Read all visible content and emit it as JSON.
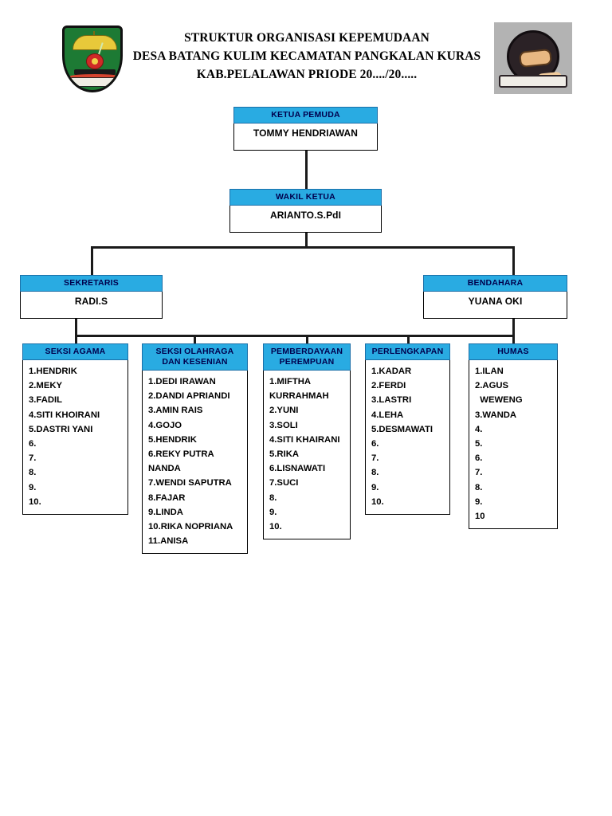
{
  "header": {
    "title_lines": [
      "STRUKTUR ORGANISASI KEPEMUDAAN",
      "DESA BATANG KULIM KECAMATAN PANGKALAN KURAS",
      "KAB.PELALAWAN PRIODE 20..../20....."
    ],
    "logo_left_name": "pelalawan-regency-emblem",
    "logo_right_name": "youth-organization-emblem"
  },
  "colors": {
    "header_blue": "#29ABE2",
    "header_border": "#1B6FA8",
    "header_text": "#00004d",
    "box_border": "#000000",
    "connector": "#1a1a1a",
    "logo_right_bg": "#b3b3b3"
  },
  "chart": {
    "ketua": {
      "title": "KETUA PEMUDA",
      "name": "TOMMY HENDRIAWAN"
    },
    "wakil": {
      "title": "WAKIL KETUA",
      "name": "ARIANTO.S.PdI"
    },
    "sekretaris": {
      "title": "SEKRETARIS",
      "name": "RADI.S"
    },
    "bendahara": {
      "title": "BENDAHARA",
      "name": "YUANA OKI"
    },
    "sections": [
      {
        "title_lines": [
          "SEKSI AGAMA"
        ],
        "members": [
          "1.HENDRIK",
          "2.MEKY",
          "3.FADIL",
          "4.SITI KHOIRANI",
          "5.DASTRI YANI",
          "6.",
          "7.",
          "8.",
          "9.",
          "10."
        ]
      },
      {
        "title_lines": [
          "SEKSI OLAHRAGA",
          "DAN  KESENIAN"
        ],
        "members": [
          "1.DEDI IRAWAN",
          "2.DANDI APRIANDI",
          "3.AMIN RAIS",
          "4.GOJO",
          "5.HENDRIK",
          "6.REKY PUTRA",
          "NANDA",
          "7.WENDI SAPUTRA",
          "8.FAJAR",
          "9.LINDA",
          "10.RIKA NOPRIANA",
          "11.ANISA"
        ]
      },
      {
        "title_lines": [
          "PEMBERDAYAAN",
          "PEREMPUAN"
        ],
        "members": [
          "1.MIFTHA",
          "KURRAHMAH",
          "2.YUNI",
          "3.SOLI",
          "4.SITI KHAIRANI",
          "5.RIKA",
          "6.LISNAWATI",
          "7.SUCI",
          "8.",
          "9.",
          "10."
        ]
      },
      {
        "title_lines": [
          "PERLENGKAPAN"
        ],
        "members": [
          "1.KADAR",
          "2.FERDI",
          "3.LASTRI",
          "4.LEHA",
          "5.DESMAWATI",
          "6.",
          "7.",
          "8.",
          "9.",
          "10."
        ]
      },
      {
        "title_lines": [
          "HUMAS"
        ],
        "members": [
          "1.ILAN",
          "2.AGUS",
          "  WEWENG",
          "3.WANDA",
          "4.",
          "5.",
          "6.",
          "7.",
          "8.",
          "9.",
          "10"
        ]
      }
    ]
  }
}
